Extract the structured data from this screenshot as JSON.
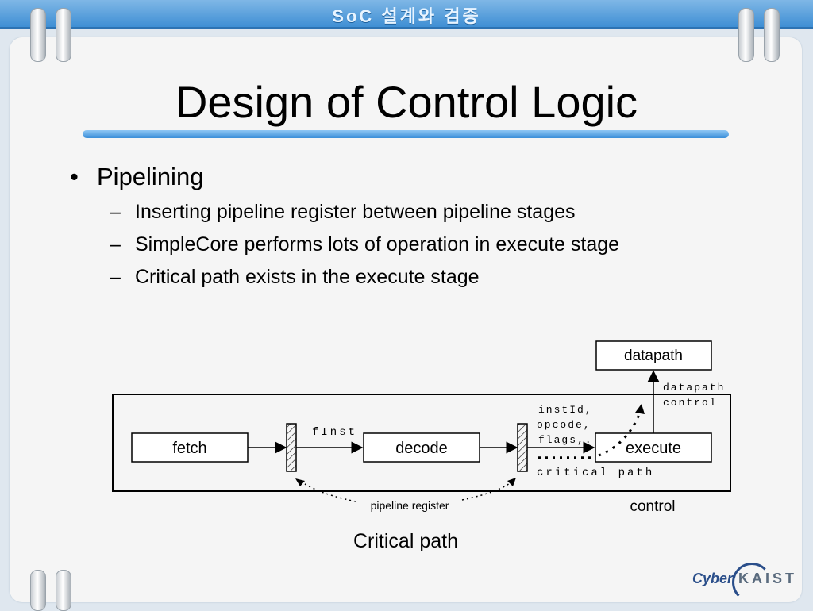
{
  "header": {
    "title": "SoC 설계와 검증"
  },
  "slide": {
    "title": "Design of Control Logic",
    "bullet": "Pipelining",
    "subs": [
      "Inserting pipeline register between pipeline stages",
      "SimpleCore performs lots of operation in execute stage",
      "Critical path exists in the execute stage"
    ]
  },
  "diagram": {
    "fetch": "fetch",
    "decode": "decode",
    "execute": "execute",
    "datapath": "datapath",
    "finst": "fInst",
    "instid": "instId,",
    "opcode": "opcode,",
    "flags": "flags,..",
    "datapath_control_1": "datapath",
    "datapath_control_2": "control",
    "critical_path_label": "critical path",
    "pipeline_register": "pipeline register",
    "control": "control",
    "caption": "Critical path"
  },
  "logo": {
    "cyber": "Cyber",
    "kaist": "KAIST"
  }
}
